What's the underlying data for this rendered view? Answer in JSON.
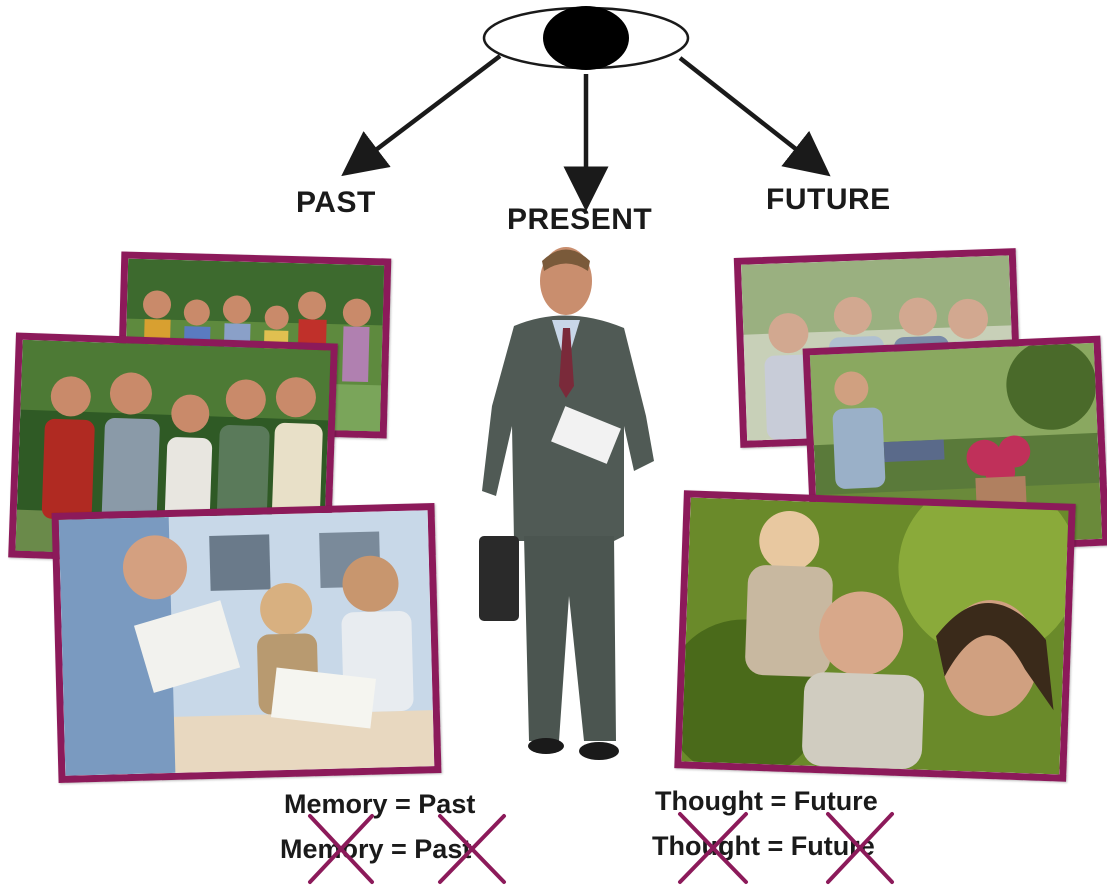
{
  "labels": {
    "past": "PAST",
    "present": "PRESENT",
    "future": "FUTURE"
  },
  "equations": {
    "memory_1": "Memory = Past",
    "memory_2": "Memory = Past",
    "thought_1": "Thought = Future",
    "thought_2": "Thought = Future"
  },
  "colors": {
    "frame": "#8c1a5a",
    "cross": "#8c1a5a",
    "text": "#1a1a1a",
    "arrow": "#1a1a1a"
  },
  "icons": {
    "eye": "eye-icon",
    "man": "businessman-figure"
  }
}
